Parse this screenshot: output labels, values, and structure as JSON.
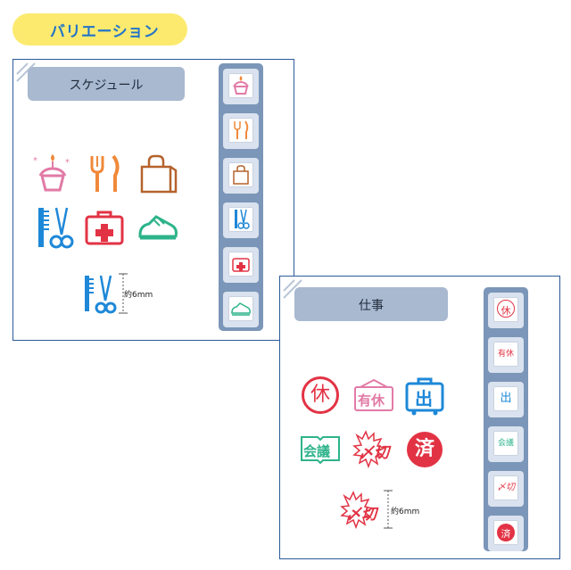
{
  "header": {
    "title": "バリエーション"
  },
  "panel_schedule": {
    "title": "スケジュール",
    "size_label": "約6mm",
    "icons": [
      "cupcake-icon",
      "fork-knife-icon",
      "shopping-bag-icon",
      "comb-scissors-icon",
      "first-aid-kit-icon",
      "sneaker-icon"
    ]
  },
  "panel_work": {
    "title": "仕事",
    "size_label": "約6mm",
    "glyphs": {
      "rest": "休",
      "paid_leave": "有休",
      "out": "出",
      "meeting": "会議",
      "deadline": "〆切",
      "done": "済"
    }
  },
  "colors": {
    "pill": "#fbea6e",
    "header_text": "#2274c8",
    "title_bar": "#a8b9d0",
    "rail": "#7b96b8",
    "red": "#e23344",
    "pink": "#e27aa6",
    "blue": "#1e88d8",
    "green": "#2db38a",
    "orange": "#f0893a",
    "brown": "#b5622c"
  }
}
